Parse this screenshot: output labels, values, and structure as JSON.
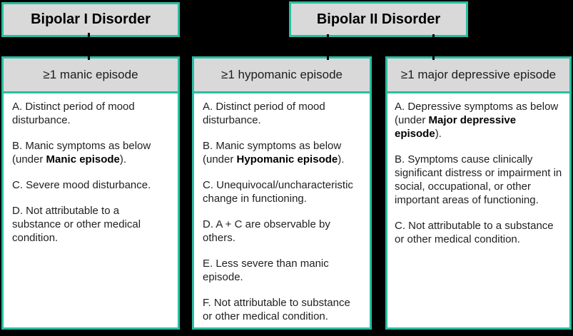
{
  "colors": {
    "background": "#000000",
    "accent_border": "#2BBDA2",
    "header_fill": "#D9D9D9",
    "body_fill": "#FFFFFF",
    "title_text": "#000000",
    "header_text": "#1C1C1C",
    "body_text": "#1F1F1F"
  },
  "top_headers": [
    {
      "label": "Bipolar I Disorder"
    },
    {
      "label": "Bipolar II Disorder"
    }
  ],
  "columns": [
    {
      "header": "≥1 manic episode",
      "criteria": [
        {
          "runs": [
            {
              "text": "A. Distinct period of mood disturbance.",
              "bold": false
            }
          ]
        },
        {
          "runs": [
            {
              "text": "B. Manic symptoms as below (under ",
              "bold": false
            },
            {
              "text": "Manic episode",
              "bold": true
            },
            {
              "text": ").",
              "bold": false
            }
          ]
        },
        {
          "runs": [
            {
              "text": "C. Severe mood disturbance.",
              "bold": false
            }
          ]
        },
        {
          "runs": [
            {
              "text": "D. Not attributable to a substance or other medical condition.",
              "bold": false
            }
          ]
        }
      ]
    },
    {
      "header": "≥1 hypomanic episode",
      "criteria": [
        {
          "runs": [
            {
              "text": "A. Distinct period of mood disturbance.",
              "bold": false
            }
          ]
        },
        {
          "runs": [
            {
              "text": "B. Manic symptoms as below (under ",
              "bold": false
            },
            {
              "text": "Hypomanic episode",
              "bold": true
            },
            {
              "text": ").",
              "bold": false
            }
          ]
        },
        {
          "runs": [
            {
              "text": "C. Unequivocal/uncharacteristic change in functioning.",
              "bold": false
            }
          ]
        },
        {
          "runs": [
            {
              "text": "D. A + C are observable by others.",
              "bold": false
            }
          ]
        },
        {
          "runs": [
            {
              "text": "E. Less severe than manic episode.",
              "bold": false
            }
          ]
        },
        {
          "runs": [
            {
              "text": "F. Not attributable to substance or other medical condition.",
              "bold": false
            }
          ]
        }
      ]
    },
    {
      "header": "≥1 major depressive episode",
      "criteria": [
        {
          "runs": [
            {
              "text": "A. Depressive symptoms as below (under ",
              "bold": false
            },
            {
              "text": "Major depressive episode",
              "bold": true
            },
            {
              "text": ").",
              "bold": false
            }
          ]
        },
        {
          "runs": [
            {
              "text": "B. Symptoms cause clinically significant distress or impairment in social, occupational, or other important areas of functioning.",
              "bold": false
            }
          ]
        },
        {
          "runs": [
            {
              "text": "C. Not attributable to a substance or other medical condition.",
              "bold": false
            }
          ]
        }
      ]
    }
  ]
}
